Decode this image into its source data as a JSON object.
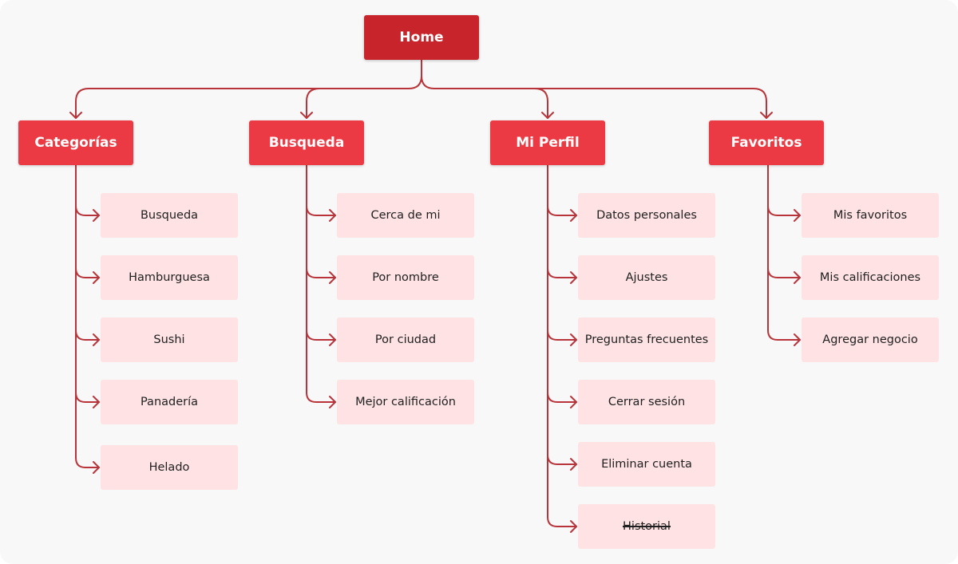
{
  "root": {
    "label": "Home"
  },
  "categories": [
    {
      "label": "Categorías",
      "items": [
        {
          "label": "Busqueda"
        },
        {
          "label": "Hamburguesa"
        },
        {
          "label": "Sushi"
        },
        {
          "label": "Panadería"
        },
        {
          "label": "Helado"
        }
      ]
    },
    {
      "label": "Busqueda",
      "items": [
        {
          "label": "Cerca de mi"
        },
        {
          "label": "Por nombre"
        },
        {
          "label": "Por ciudad"
        },
        {
          "label": "Mejor calificación"
        }
      ]
    },
    {
      "label": "Mi Perfil",
      "items": [
        {
          "label": "Datos personales"
        },
        {
          "label": "Ajustes"
        },
        {
          "label": "Preguntas frecuentes"
        },
        {
          "label": "Cerrar sesión"
        },
        {
          "label": "Eliminar cuenta"
        },
        {
          "label": "Historial",
          "struck": true
        }
      ]
    },
    {
      "label": "Favoritos",
      "items": [
        {
          "label": "Mis favoritos"
        },
        {
          "label": "Mis calificaciones"
        },
        {
          "label": "Agregar negocio"
        }
      ]
    }
  ],
  "colors": {
    "root": "#c8242c",
    "category": "#ec3a44",
    "item": "#ffe3e4",
    "connector": "#b8343a"
  }
}
